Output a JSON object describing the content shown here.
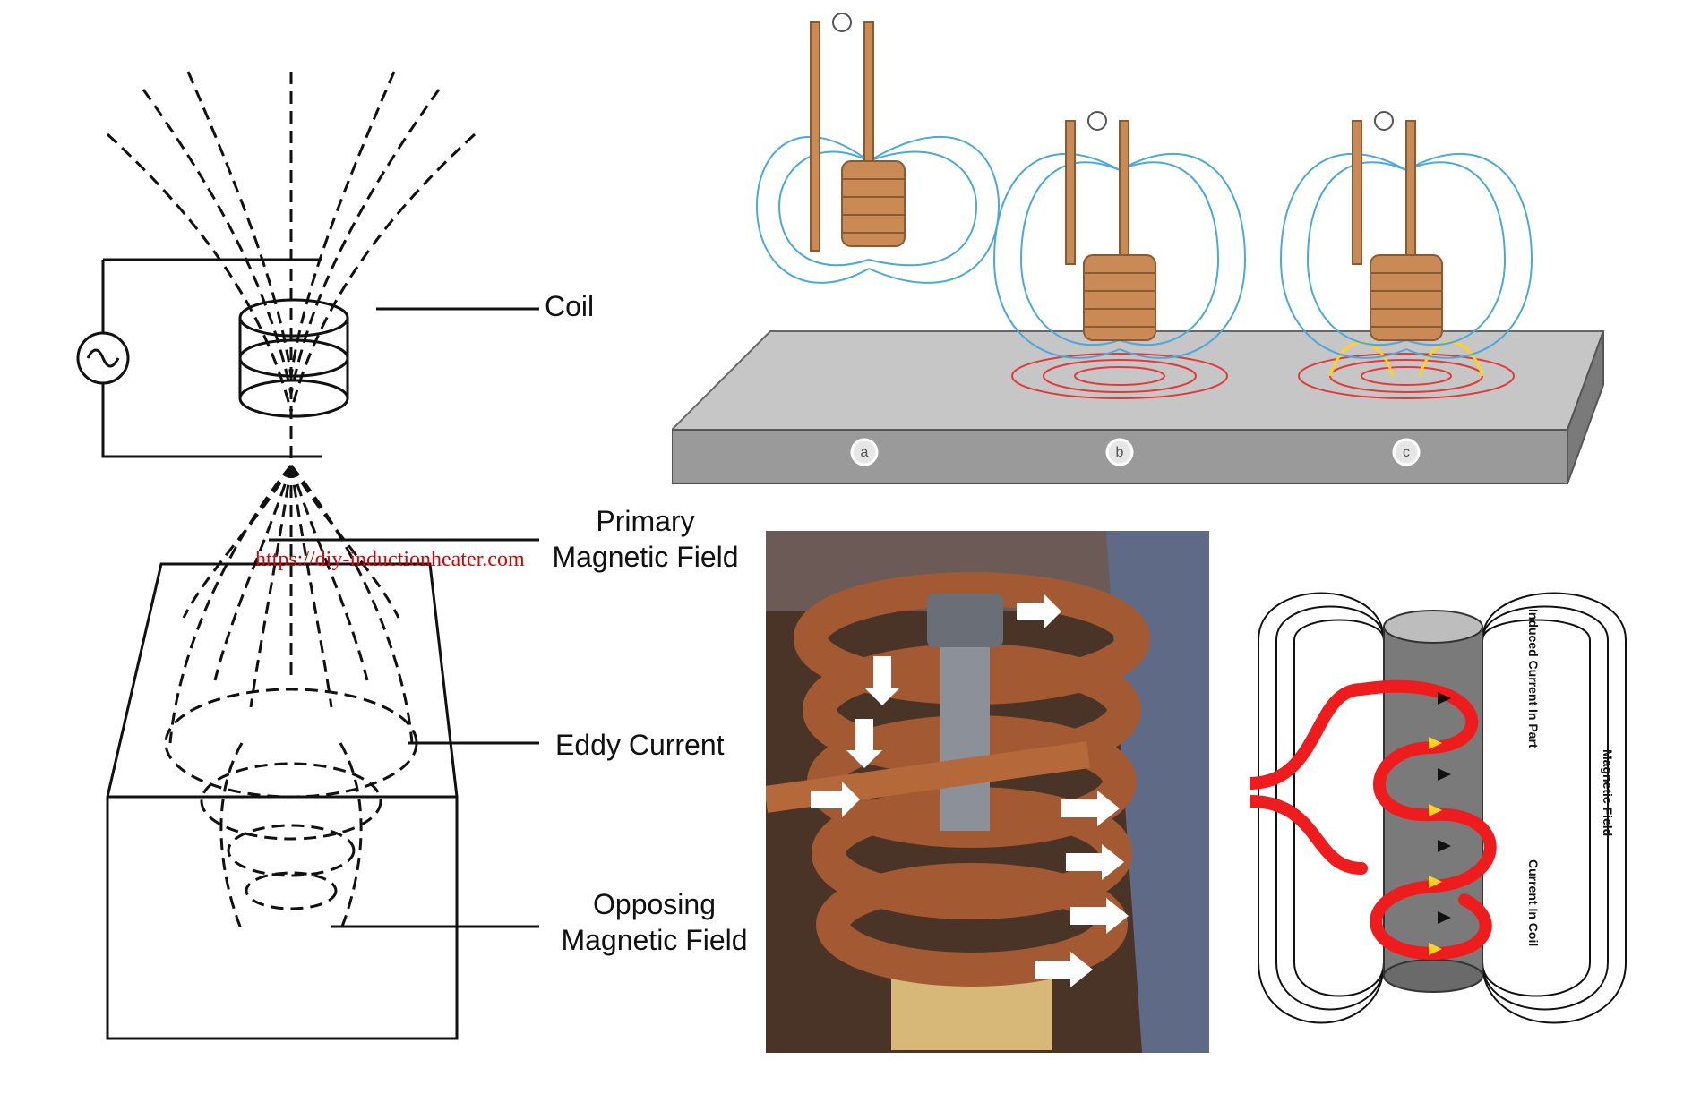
{
  "left_diagram": {
    "labels": {
      "coil": "Coil",
      "primary_field_line1": "Primary",
      "primary_field_line2": "Magnetic Field",
      "eddy_current": "Eddy Current",
      "opposing_field_line1": "Opposing",
      "opposing_field_line2": "Magnetic Field"
    }
  },
  "watermark": "https://diy-inductionheater.com",
  "workpiece_diagram": {
    "stage_labels": [
      "a",
      "b",
      "c"
    ]
  },
  "right_diagram": {
    "induced_current_label": "Induced Current In Part",
    "coil_current_label": "Current In Coil",
    "magnetic_field_label": "Magnetic Field"
  },
  "colors": {
    "field_lines_blue": "#4aa8dc",
    "eddy_red": "#e23a3a",
    "copper": "#c98a55",
    "coil_red": "#ee1c1c",
    "arrow_yellow": "#ffd21e",
    "watermark": "#e00000"
  }
}
